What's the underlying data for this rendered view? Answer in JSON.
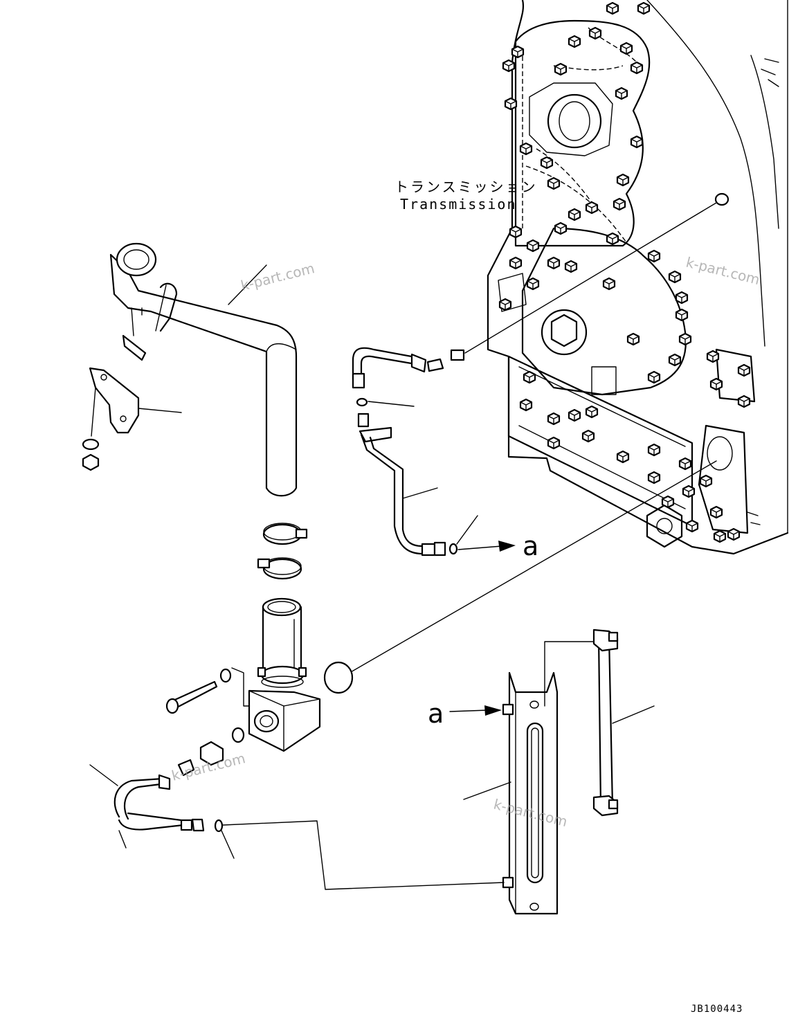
{
  "diagram": {
    "label_transmission_jp": "トランスミッション",
    "label_transmission_en": "Transmission",
    "connection_label": "a",
    "drawing_number": "JB100443",
    "watermark": "k-part.com"
  },
  "colors": {
    "line": "#000000",
    "background": "#ffffff",
    "watermark": "#a0a0a0"
  }
}
